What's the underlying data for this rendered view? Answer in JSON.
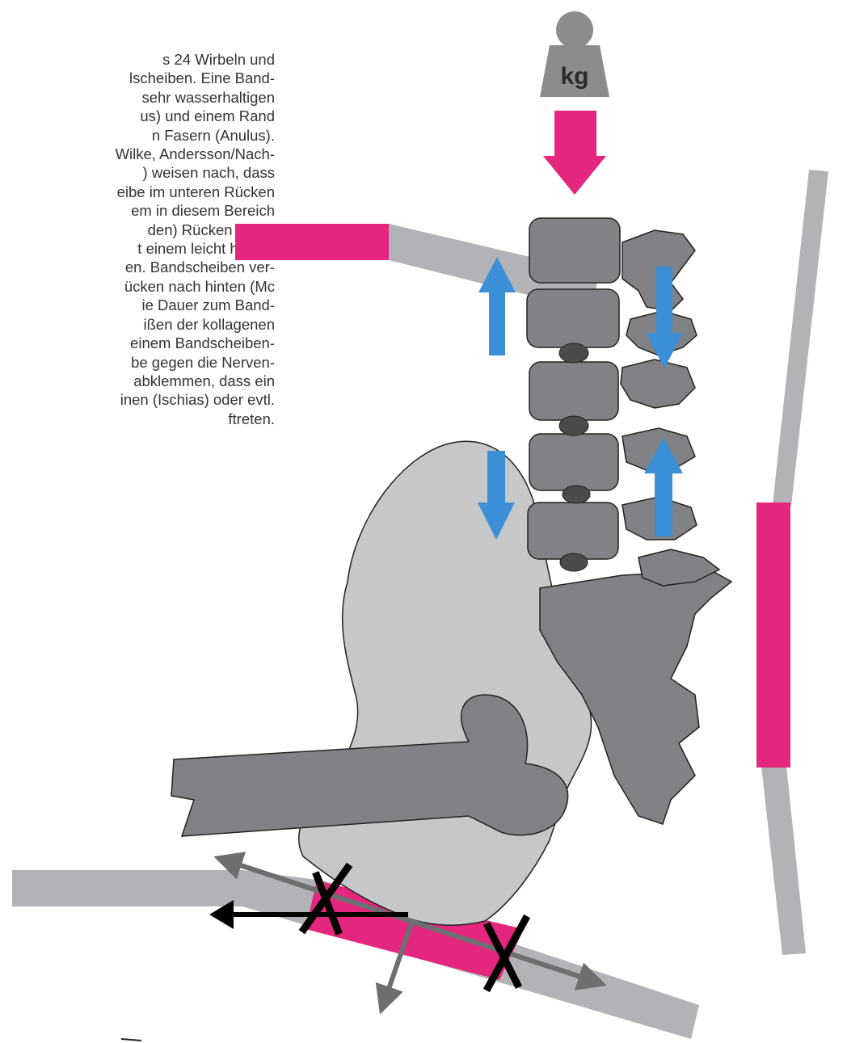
{
  "text_lines": [
    "s 24 Wirbeln und",
    "lscheiben. Eine Band-",
    "sehr wasserhaltigen",
    "us) und einem Rand",
    "n Fasern (Anulus).",
    "Wilke, Andersson/Nach-",
    ") weisen nach, dass",
    "eibe im unteren Rücken",
    "em in diesem Bereich",
    "den) Rücken höher",
    "t einem leicht hohlen",
    "en. Bandscheiben ver-",
    "ücken nach hinten (Mc",
    "ie Dauer zum Band-",
    "ißen der kollagenen",
    "einem Bandscheiben-",
    "be gegen die Nerven-",
    "abklemmen, dass ein",
    "inen (Ischias) oder evtl.",
    "ftreten."
  ],
  "weight_label": "kg",
  "colors": {
    "magenta": "#e5267f",
    "bar_grey": "#b1b3b6",
    "bone_light": "#c6c7c9",
    "bone_dark": "#808285",
    "disc": "#4b4b4d",
    "blue": "#3a8fd6",
    "arrow_grey": "#6d6e70",
    "black": "#000000"
  }
}
